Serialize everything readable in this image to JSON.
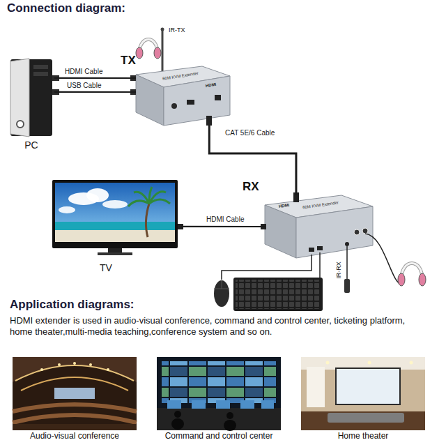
{
  "diagram": {
    "title": "Connection diagram:",
    "nodes": [
      {
        "text": [
          "PC"
        ]
      },
      {
        "text": [
          "TX",
          "60M KVM Extender",
          "HDMI"
        ]
      },
      {
        "text": [
          "TV"
        ]
      },
      {
        "text": [
          "RX",
          "HDMI",
          "60M KVM Extender"
        ]
      },
      {
        "text": [
          "Audio-visual conference"
        ]
      },
      {
        "text": [
          "Command and control center"
        ]
      },
      {
        "text": [
          "Home theater"
        ]
      }
    ],
    "edges": [
      {
        "from": 0,
        "to": 1,
        "label": "HDMI Cable",
        "arrow": "none"
      },
      {
        "from": 0,
        "to": 1,
        "label": "USB Cable",
        "arrow": "none"
      },
      {
        "from": 1,
        "to": 3,
        "label": "CAT 5E/6 Cable",
        "arrow": "none"
      },
      {
        "from": 2,
        "to": 3,
        "label": "HDMI Cable",
        "arrow": "none"
      }
    ],
    "labels": [
      "IR-TX",
      "IR-RX",
      "Application diagrams:",
      "HDMI extender is used in audio-visual conference, command and control center, ticketing platform, home theater,multi-media teaching,conference system and so on."
    ]
  }
}
